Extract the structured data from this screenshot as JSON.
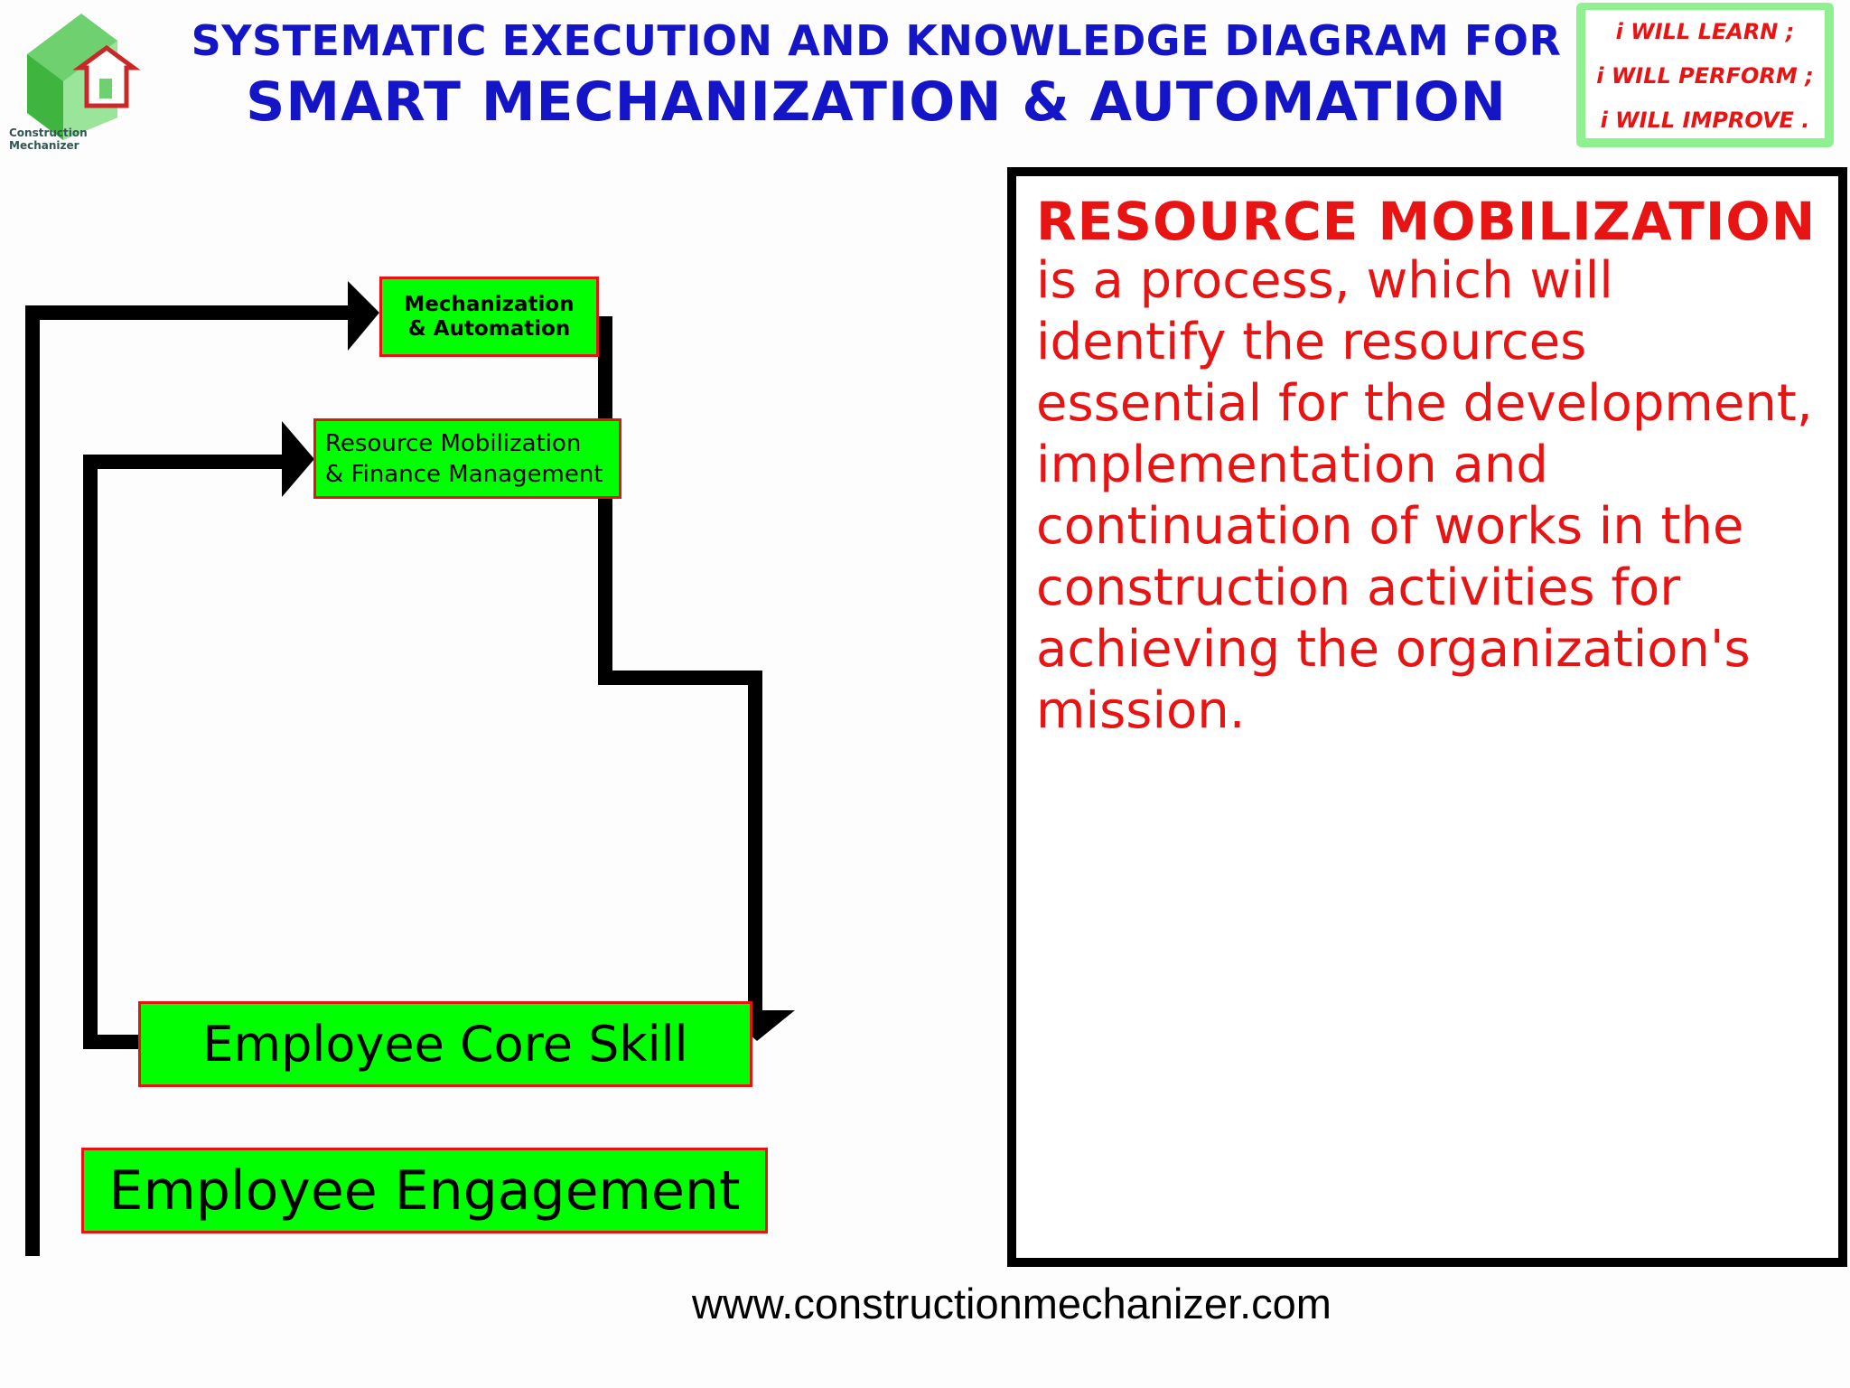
{
  "logo": {
    "caption": "Construction Mechanizer"
  },
  "header": {
    "line1": "SYSTEMATIC EXECUTION AND KNOWLEDGE DIAGRAM FOR",
    "line2": "SMART MECHANIZATION & AUTOMATION"
  },
  "motto": {
    "lines": [
      "i WILL LEARN ;",
      "i WILL PERFORM ;",
      "i WILL IMPROVE ."
    ]
  },
  "diagram": {
    "boxes": {
      "mechanization": {
        "line1": "Mechanization",
        "line2": "& Automation"
      },
      "resource": {
        "line1": "Resource Mobilization",
        "line2": "& Finance Management"
      },
      "core_skill": "Employee Core Skill",
      "engagement": "Employee Engagement"
    }
  },
  "description": {
    "title": "RESOURCE MOBILIZATION",
    "lines": [
      "is a process, which will",
      "identify the resources",
      "essential for the development,",
      "implementation and",
      "continuation of works in the",
      "construction activities for",
      "achieving the organization's",
      "mission."
    ]
  },
  "footer": {
    "url": "www.constructionmechanizer.com"
  },
  "colors": {
    "title_blue": "#1515c8",
    "accent_red": "#e81414",
    "box_green": "#00ff00",
    "motto_border": "#8ff08f",
    "arrow": "#000000"
  }
}
